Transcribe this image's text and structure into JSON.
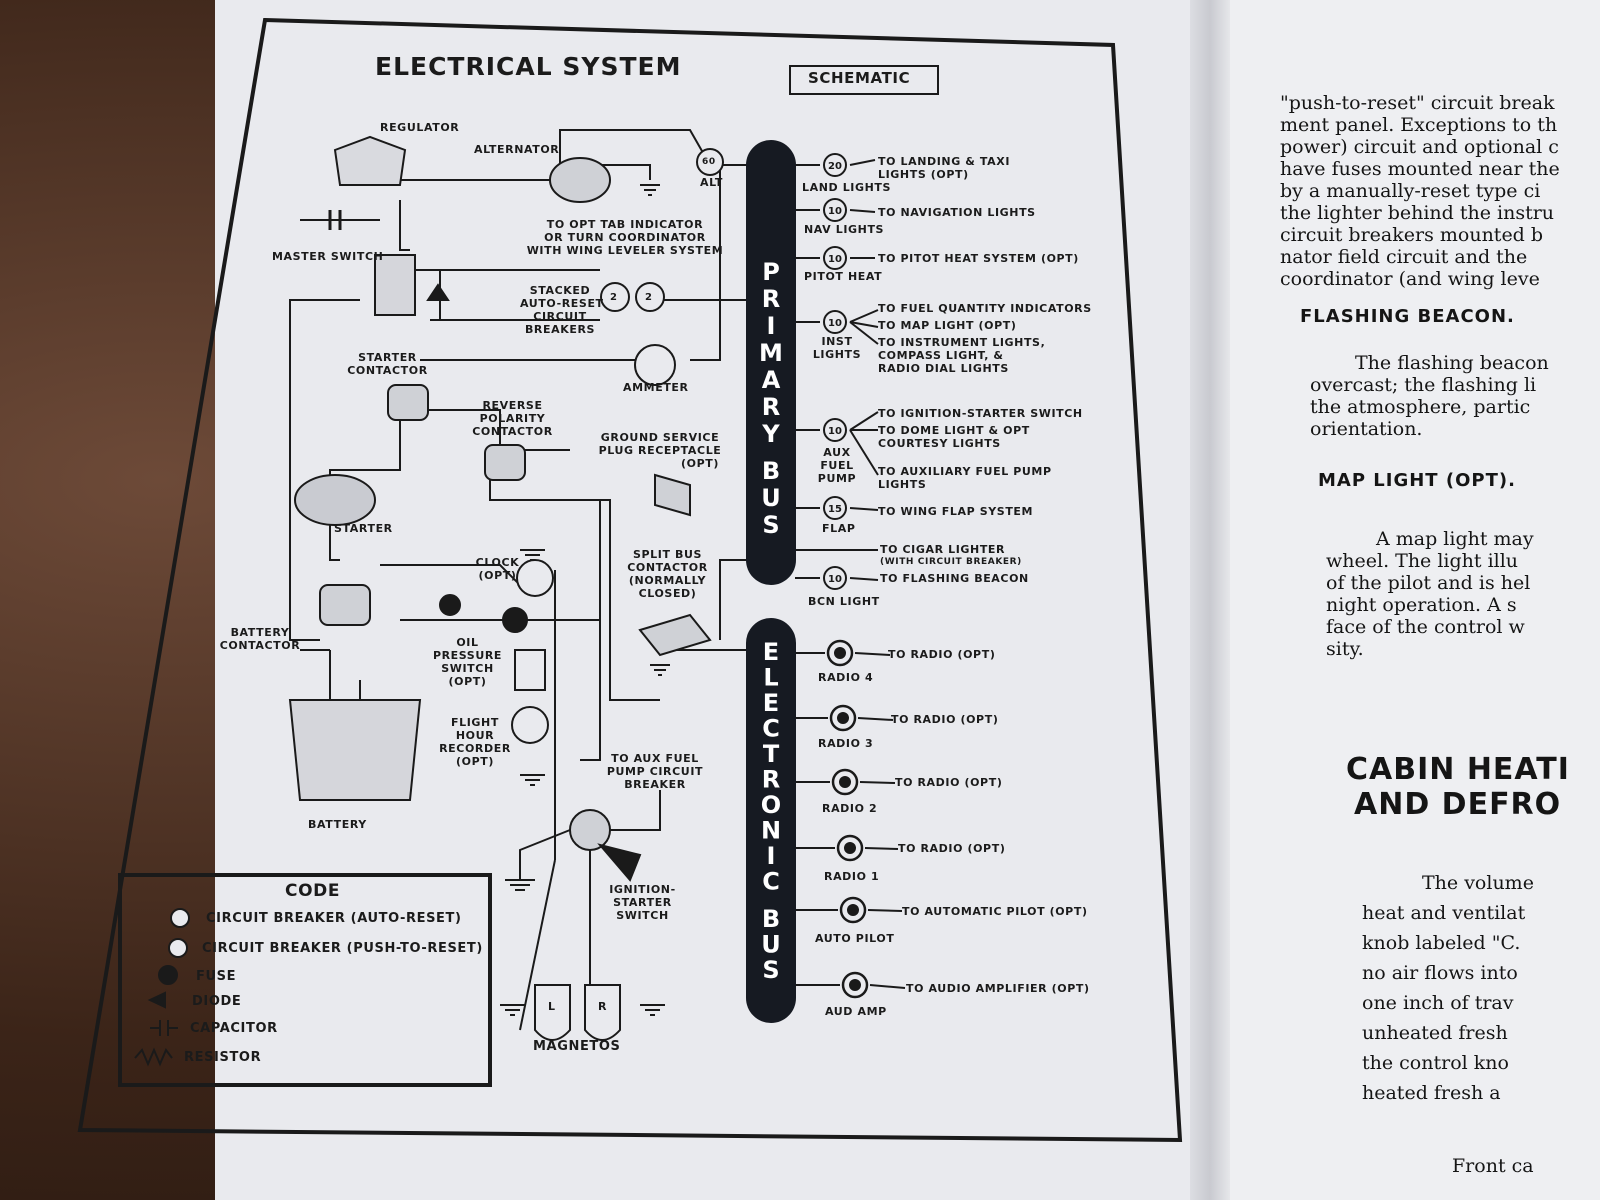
{
  "schematic": {
    "title": "ELECTRICAL SYSTEM",
    "subtitle": "SCHEMATIC",
    "primary_bus_letters": [
      "P",
      "R",
      "I",
      "M",
      "A",
      "R",
      "Y",
      "B",
      "U",
      "S"
    ],
    "electronic_bus_letters": [
      "E",
      "L",
      "E",
      "C",
      "T",
      "R",
      "O",
      "N",
      "I",
      "C",
      "B",
      "U",
      "S"
    ],
    "components": {
      "regulator": "REGULATOR",
      "alternator": "ALTERNATOR",
      "alt": "ALT",
      "alt_breaker": "60",
      "master_switch": "MASTER SWITCH",
      "tab_indicator": [
        "TO OPT TAB INDICATOR",
        "OR TURN COORDINATOR",
        "WITH WING LEVELER SYSTEM"
      ],
      "stacked_breakers": [
        "STACKED",
        "AUTO-RESET",
        "CIRCUIT",
        "BREAKERS"
      ],
      "starter_contactor": [
        "STARTER",
        "CONTACTOR"
      ],
      "ammeter": "AMMETER",
      "reverse_polarity": [
        "REVERSE",
        "POLARITY",
        "CONTACTOR"
      ],
      "ground_service": [
        "GROUND SERVICE",
        "PLUG RECEPTACLE",
        "(OPT)"
      ],
      "starter": "STARTER",
      "clock": [
        "CLOCK",
        "(OPT)"
      ],
      "split_bus": [
        "SPLIT BUS",
        "CONTACTOR",
        "(NORMALLY",
        "CLOSED)"
      ],
      "battery_contactor": [
        "BATTERY",
        "CONTACTOR"
      ],
      "oil_pressure": [
        "OIL",
        "PRESSURE",
        "SWITCH",
        "(OPT)"
      ],
      "flight_hour": [
        "FLIGHT",
        "HOUR",
        "RECORDER",
        "(OPT)"
      ],
      "aux_fuel_pump_cb": [
        "TO AUX FUEL",
        "PUMP CIRCUIT",
        "BREAKER"
      ],
      "battery": "BATTERY",
      "ignition_switch": [
        "IGNITION-",
        "STARTER",
        "SWITCH"
      ],
      "magnetos": "MAGNETOS",
      "magneto_left": "L",
      "magneto_right": "R"
    },
    "primary_breakers": [
      {
        "rating": "20",
        "name": "LAND LIGHTS",
        "outputs": [
          "TO LANDING & TAXI",
          "LIGHTS (OPT)"
        ]
      },
      {
        "rating": "10",
        "name": "NAV LIGHTS",
        "outputs": [
          "TO NAVIGATION LIGHTS"
        ]
      },
      {
        "rating": "10",
        "name": "PITOT HEAT",
        "outputs": [
          "TO PITOT HEAT SYSTEM (OPT)"
        ]
      },
      {
        "rating": "10",
        "name": [
          "INST",
          "LIGHTS"
        ],
        "outputs": [
          "TO FUEL QUANTITY INDICATORS",
          "TO MAP LIGHT (OPT)",
          "TO INSTRUMENT LIGHTS,",
          "COMPASS LIGHT, &",
          "RADIO DIAL LIGHTS"
        ]
      },
      {
        "rating": "10",
        "name": [
          "AUX",
          "FUEL",
          "PUMP"
        ],
        "outputs": [
          "TO IGNITION-STARTER SWITCH",
          "TO DOME LIGHT & OPT",
          "COURTESY LIGHTS",
          "TO AUXILIARY FUEL PUMP",
          "LIGHTS"
        ]
      },
      {
        "rating": "15",
        "name": "FLAP",
        "outputs": [
          "TO WING FLAP SYSTEM"
        ]
      },
      {
        "rating": "10",
        "name": "BCN LIGHT",
        "outputs": [
          "TO CIGAR LIGHTER",
          "(WITH CIRCUIT BREAKER)",
          "TO FLASHING BEACON"
        ]
      }
    ],
    "stacked_ratings": [
      "2",
      "2"
    ],
    "electronic_breakers": [
      {
        "name": "RADIO 4",
        "output": "TO RADIO (OPT)"
      },
      {
        "name": "RADIO 3",
        "output": "TO RADIO (OPT)"
      },
      {
        "name": "RADIO 2",
        "output": "TO RADIO (OPT)"
      },
      {
        "name": "RADIO 1",
        "output": "TO RADIO (OPT)"
      },
      {
        "name": "AUTO PILOT",
        "output": "TO AUTOMATIC PILOT (OPT)"
      },
      {
        "name": "AUD AMP",
        "output": "TO AUDIO AMPLIFIER (OPT)"
      }
    ],
    "legend": {
      "title": "CODE",
      "items": [
        "CIRCUIT BREAKER (AUTO-RESET)",
        "CIRCUIT BREAKER (PUSH-TO-RESET)",
        "FUSE",
        "DIODE",
        "CAPACITOR",
        "RESISTOR"
      ]
    }
  },
  "right_page": {
    "lines_top": [
      "\"push-to-reset\" circuit break",
      "ment panel.  Exceptions to th",
      "power) circuit and optional c",
      "have fuses mounted near the",
      "by a manually-reset type ci",
      "the lighter behind the instru",
      "circuit breakers mounted b",
      "nator field circuit and the",
      "coordinator (and wing leve"
    ],
    "heading_beacon": "FLASHING BEACON.",
    "lines_beacon": [
      "The flashing beacon",
      "overcast; the flashing li",
      "the atmosphere, partic",
      "orientation."
    ],
    "heading_map": "MAP LIGHT (OPT).",
    "lines_map": [
      "A map light may",
      "wheel.  The light illu",
      "of the pilot and is hel",
      "night operation.  A s",
      "face of the control w",
      "sity."
    ],
    "heading_cabin": [
      "CABIN HEATI",
      "AND DEFRO"
    ],
    "lines_cabin": [
      "The volume",
      "heat and ventilat",
      "knob labeled \"C.",
      "no air flows into",
      "one inch of trav",
      "unheated fresh",
      "the control kno",
      "heated fresh a"
    ],
    "line_bottom": "Front ca"
  }
}
